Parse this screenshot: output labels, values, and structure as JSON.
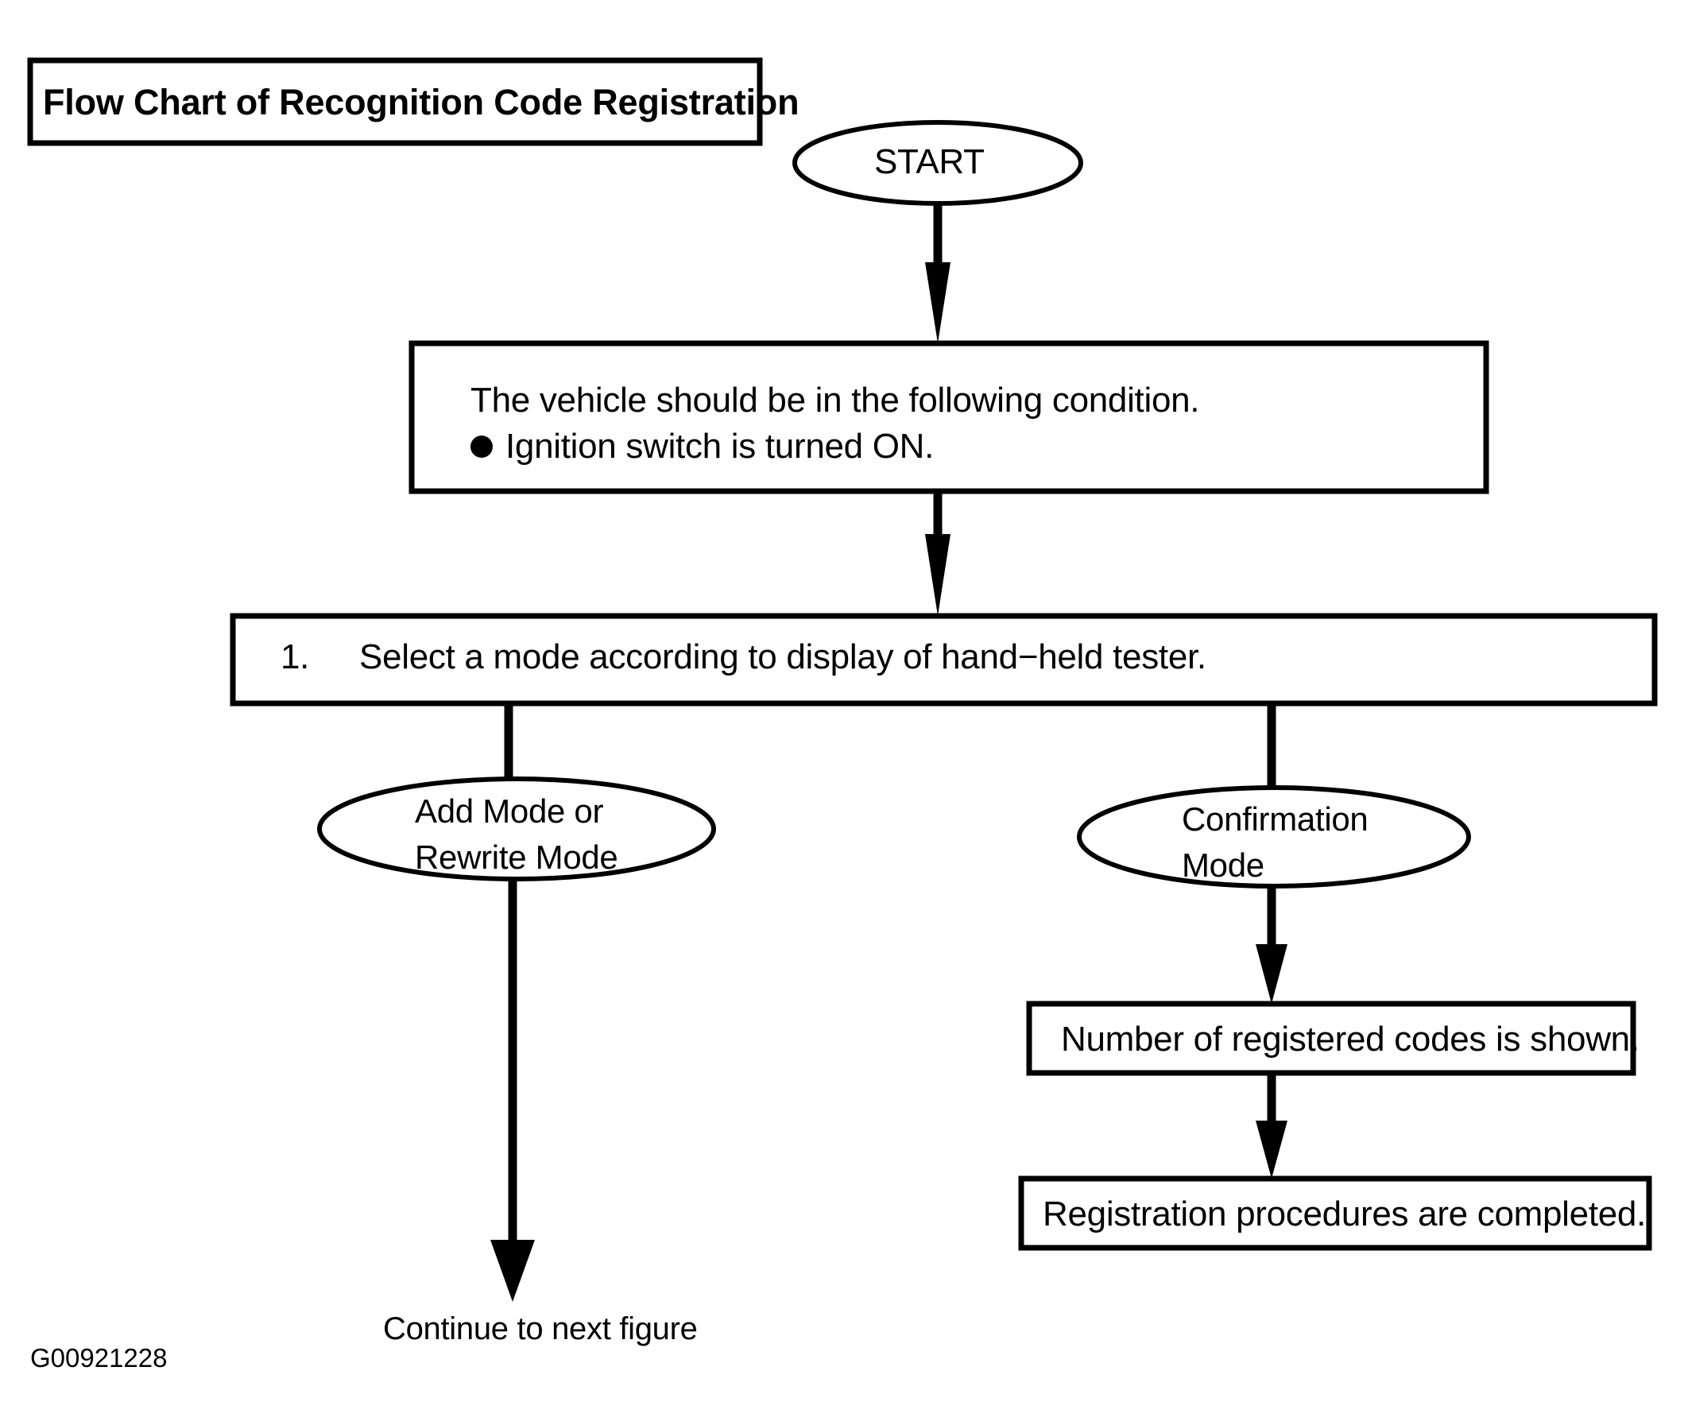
{
  "figure": {
    "title": "Flow Chart of Recognition Code Registration",
    "figure_id": "G00921228"
  },
  "chart_data": {
    "type": "diagram",
    "diagram_kind": "flowchart",
    "title": "Flow Chart of Recognition Code Registration",
    "nodes": [
      {
        "id": "title",
        "shape": "rectangle",
        "text": "Flow Chart of Recognition Code Registration"
      },
      {
        "id": "start",
        "shape": "ellipse",
        "text": "START"
      },
      {
        "id": "condition",
        "shape": "rectangle",
        "line1": "The vehicle should be in the following condition.",
        "bullet1": "Ignition switch is turned ON."
      },
      {
        "id": "step1",
        "shape": "rectangle",
        "number": "1.",
        "text": "Select a mode according to display of hand−held tester."
      },
      {
        "id": "mode_left",
        "shape": "ellipse",
        "line1": "Add Mode or",
        "line2": "Rewrite Mode"
      },
      {
        "id": "mode_right",
        "shape": "ellipse",
        "line1": "Confirmation",
        "line2": "Mode"
      },
      {
        "id": "codes_shown",
        "shape": "rectangle",
        "text": "Number of registered codes is shown."
      },
      {
        "id": "completed",
        "shape": "rectangle",
        "text": "Registration procedures are completed."
      },
      {
        "id": "continue",
        "shape": "label",
        "text": "Continue to next figure"
      }
    ],
    "edges": [
      {
        "from": "start",
        "to": "condition",
        "style": "arrow-down"
      },
      {
        "from": "condition",
        "to": "step1",
        "style": "arrow-down"
      },
      {
        "from": "step1",
        "to": "mode_left",
        "style": "line-down"
      },
      {
        "from": "step1",
        "to": "mode_right",
        "style": "line-down"
      },
      {
        "from": "mode_left",
        "to": "continue",
        "style": "arrow-down"
      },
      {
        "from": "mode_right",
        "to": "codes_shown",
        "style": "arrow-down"
      },
      {
        "from": "codes_shown",
        "to": "completed",
        "style": "arrow-down"
      }
    ],
    "colors": {
      "stroke": "#000000",
      "fill": "#ffffff",
      "text": "#000000"
    }
  },
  "title_box": {
    "label": "Flow Chart of Recognition Code Registration"
  },
  "start_node": {
    "label": "START"
  },
  "condition_box": {
    "line1": "The vehicle should be in the following condition.",
    "bullet_item": "Ignition switch is turned ON."
  },
  "step_box": {
    "number": "1.",
    "text": "Select a mode according to display of hand−held tester."
  },
  "left_mode_oval": {
    "line1": "Add Mode or",
    "line2": "Rewrite Mode"
  },
  "right_mode_oval": {
    "line1": "Confirmation",
    "line2": "Mode"
  },
  "codes_box": {
    "text": "Number of registered codes is shown."
  },
  "completed_box": {
    "text": "Registration procedures are completed."
  },
  "continue_label": {
    "text": "Continue to next figure"
  },
  "figure_code": {
    "text": "G00921228"
  }
}
